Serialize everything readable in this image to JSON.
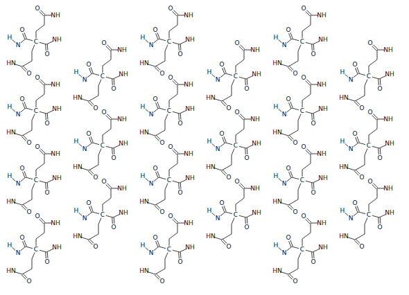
{
  "diagram": {
    "labels": [
      "O",
      "NH",
      "O",
      "N",
      "H",
      "C",
      "O",
      "NH",
      "HN",
      "O",
      "O",
      "NH",
      "O",
      "N",
      "H",
      "C",
      "O",
      "NH",
      "HN",
      "O",
      "O",
      "NH",
      "O",
      "N",
      "H",
      "C",
      "O",
      "NH",
      "HN",
      "O",
      "O",
      "NH",
      "O",
      "N",
      "H",
      "C",
      "O",
      "NH",
      "HN",
      "O",
      "O",
      "NH",
      "O",
      "N",
      "H",
      "C",
      "O",
      "NH",
      "HN",
      "O",
      "O",
      "NH",
      "O",
      "N",
      "H",
      "C",
      "O",
      "NH",
      "HN",
      "O",
      "O",
      "NH",
      "O",
      "N",
      "H",
      "C",
      "O",
      "NH",
      "HN",
      "O",
      "O",
      "NH",
      "O",
      "N",
      "H",
      "C",
      "O",
      "NH",
      "HN",
      "O",
      "O",
      "NH",
      "O",
      "N",
      "H",
      "C",
      "O",
      "NH",
      "HN",
      "O",
      "O",
      "NH",
      "O",
      "N",
      "H",
      "C",
      "O",
      "NH",
      "HN",
      "O",
      "O",
      "NH",
      "O",
      "N",
      "H",
      "C",
      "O",
      "NH",
      "HN",
      "O",
      "O",
      "NH",
      "O",
      "N",
      "H",
      "C",
      "O",
      "NH",
      "HN",
      "O",
      "O",
      "NH",
      "O",
      "N",
      "H",
      "C",
      "O",
      "NH",
      "HN",
      "O",
      "O",
      "NH",
      "O",
      "N",
      "H",
      "C",
      "O",
      "NH",
      "HN",
      "O",
      "O",
      "NH",
      "O",
      "N",
      "H",
      "C",
      "O",
      "NH",
      "HN",
      "O",
      "O",
      "NH",
      "O",
      "N",
      "H",
      "C",
      "O",
      "NH",
      "HN",
      "O",
      "O",
      "NH",
      "O",
      "N",
      "H",
      "C",
      "O",
      "NH",
      "HN",
      "O",
      "O",
      "NH",
      "O",
      "N",
      "H",
      "C",
      "O",
      "NH",
      "HN",
      "O",
      "O",
      "NH",
      "O",
      "N",
      "H",
      "C",
      "O",
      "NH",
      "HN",
      "O",
      "O",
      "NH",
      "O",
      "N",
      "H",
      "C",
      "O",
      "NH",
      "HN",
      "O",
      "O",
      "NH",
      "O",
      "N",
      "H",
      "C",
      "O",
      "NH",
      "HN",
      "O"
    ]
  }
}
